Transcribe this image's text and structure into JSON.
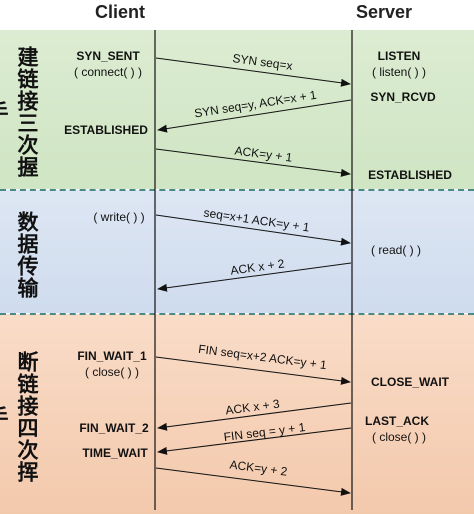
{
  "columns": {
    "client": "Client",
    "server": "Server"
  },
  "phases": [
    {
      "label": "建链接三次握手"
    },
    {
      "label": "数据传输"
    },
    {
      "label": "断链接四次挥手"
    }
  ],
  "states": {
    "syn_sent": "SYN_SENT",
    "connect": "( connect( ) )",
    "listen": "LISTEN",
    "listen_call": "( listen( ) )",
    "syn_rcvd": "SYN_RCVD",
    "established_client": "ESTABLISHED",
    "established_server": "ESTABLISHED",
    "write": "( write( ) )",
    "read": "( read( ) )",
    "fin_wait_1": "FIN_WAIT_1",
    "close_client": "( close( ) )",
    "close_wait": "CLOSE_WAIT",
    "last_ack": "LAST_ACK",
    "close_server": "( close( ) )",
    "fin_wait_2": "FIN_WAIT_2",
    "time_wait": "TIME_WAIT"
  },
  "messages": [
    {
      "label": "SYN seq=x",
      "direction": "client-to-server"
    },
    {
      "label": "SYN seq=y, ACK=x + 1",
      "direction": "server-to-client"
    },
    {
      "label": "ACK=y + 1",
      "direction": "client-to-server"
    },
    {
      "label": "seq=x+1 ACK=y + 1",
      "direction": "client-to-server"
    },
    {
      "label": "ACK x + 2",
      "direction": "server-to-client"
    },
    {
      "label": "FIN seq=x+2 ACK=y + 1",
      "direction": "client-to-server"
    },
    {
      "label": "ACK x + 3",
      "direction": "server-to-client"
    },
    {
      "label": "FIN seq = y + 1",
      "direction": "server-to-client"
    },
    {
      "label": "ACK=y + 2",
      "direction": "client-to-server"
    }
  ]
}
